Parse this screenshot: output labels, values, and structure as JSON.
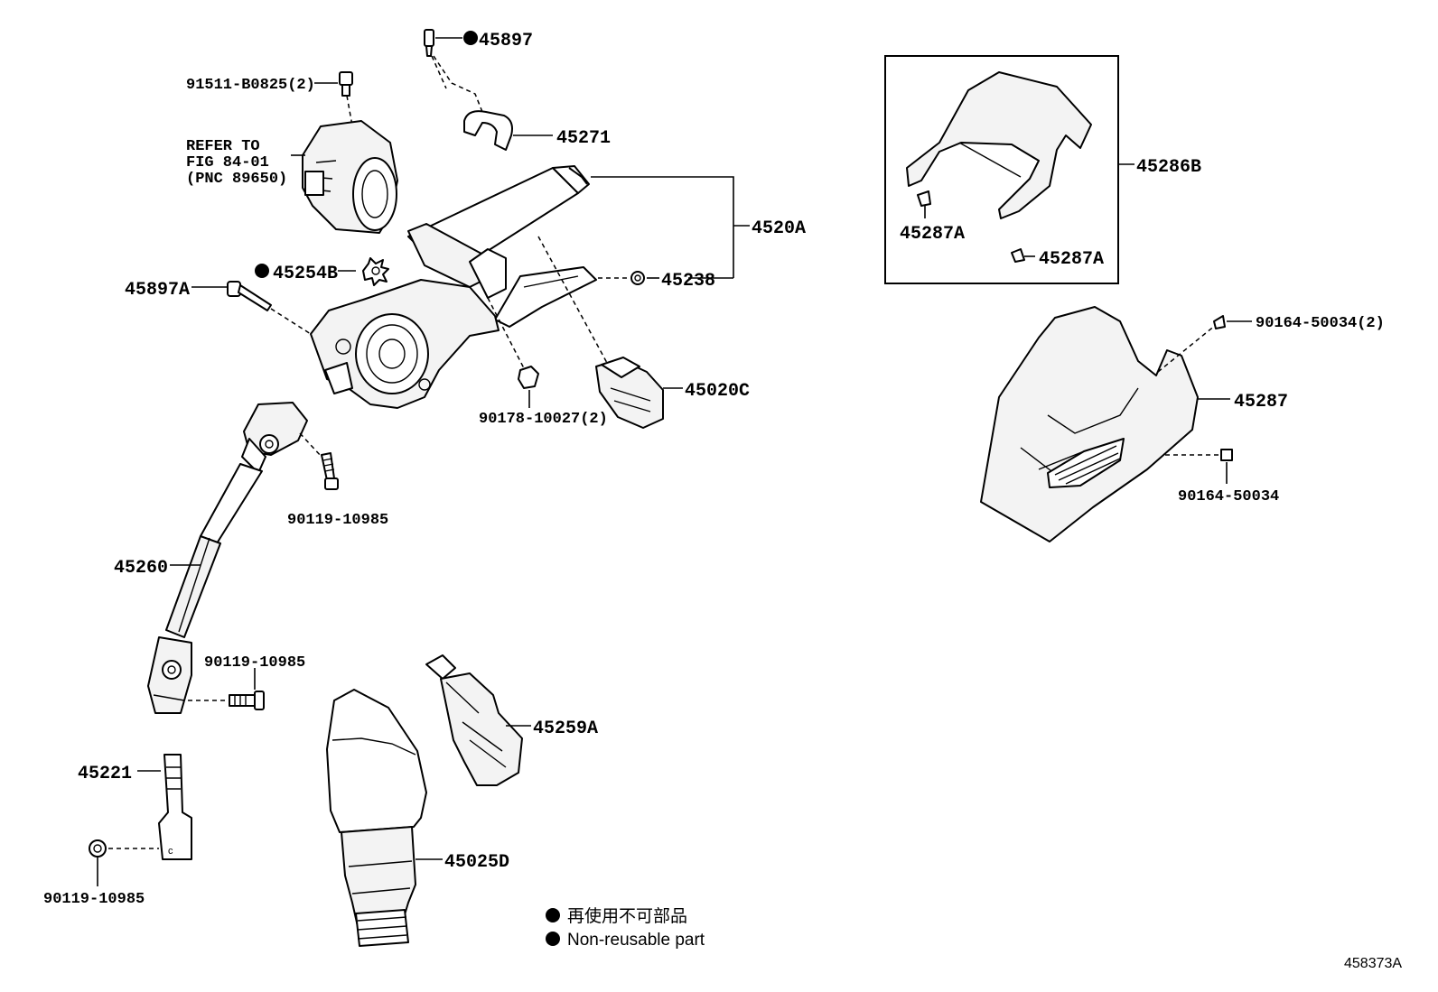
{
  "figure_id": "458373A",
  "callouts": {
    "p45897": "45897",
    "p91511": "91511-B0825(2)",
    "refer_1": "REFER TO",
    "refer_2": "FIG 84-01",
    "refer_3": "(PNC 89650)",
    "p45271": "45271",
    "p4520a": "4520A",
    "p45254b": "45254B",
    "p45897a": "45897A",
    "p45238": "45238",
    "p90178": "90178-10027(2)",
    "p45020c": "45020C",
    "p90119_a": "90119-10985",
    "p45260": "45260",
    "p90119_b": "90119-10985",
    "p45221": "45221",
    "p90119_c": "90119-10985",
    "p45259a": "45259A",
    "p45025d": "45025D",
    "p45286b": "45286B",
    "p45287a_1": "45287A",
    "p45287a_2": "45287A",
    "p90164_a": "90164-50034(2)",
    "p45287": "45287",
    "p90164_b": "90164-50034"
  },
  "legend": {
    "jp": "再使用不可部品",
    "en": "Non-reusable part"
  },
  "colors": {
    "line": "#000000",
    "background": "#ffffff"
  }
}
